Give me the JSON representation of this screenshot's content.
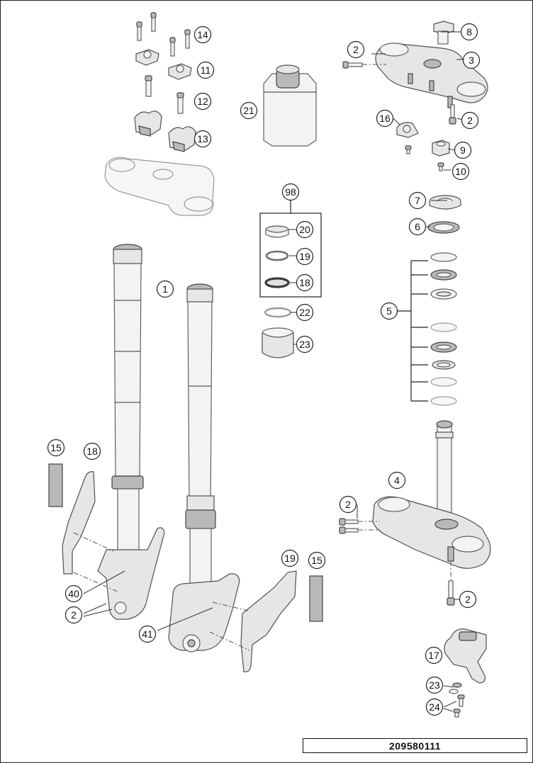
{
  "drawing_number": "209580111",
  "callouts": [
    {
      "id": "c14",
      "label": "14"
    },
    {
      "id": "c11",
      "label": "11"
    },
    {
      "id": "c12",
      "label": "12"
    },
    {
      "id": "c13",
      "label": "13"
    },
    {
      "id": "c21",
      "label": "21"
    },
    {
      "id": "c2a",
      "label": "2"
    },
    {
      "id": "c3",
      "label": "3"
    },
    {
      "id": "c8",
      "label": "8"
    },
    {
      "id": "c2b",
      "label": "2"
    },
    {
      "id": "c16",
      "label": "16"
    },
    {
      "id": "c9",
      "label": "9"
    },
    {
      "id": "c10",
      "label": "10"
    },
    {
      "id": "c98",
      "label": "98"
    },
    {
      "id": "c20",
      "label": "20"
    },
    {
      "id": "c19a",
      "label": "19"
    },
    {
      "id": "c18a",
      "label": "18"
    },
    {
      "id": "c22",
      "label": "22"
    },
    {
      "id": "c23a",
      "label": "23"
    },
    {
      "id": "c7",
      "label": "7"
    },
    {
      "id": "c6",
      "label": "6"
    },
    {
      "id": "c5",
      "label": "5"
    },
    {
      "id": "c1",
      "label": "1"
    },
    {
      "id": "c15a",
      "label": "15"
    },
    {
      "id": "c18b",
      "label": "18"
    },
    {
      "id": "c40",
      "label": "40"
    },
    {
      "id": "c2c",
      "label": "2"
    },
    {
      "id": "c41",
      "label": "41"
    },
    {
      "id": "c19b",
      "label": "19"
    },
    {
      "id": "c15b",
      "label": "15"
    },
    {
      "id": "c4",
      "label": "4"
    },
    {
      "id": "c2d",
      "label": "2"
    },
    {
      "id": "c2e",
      "label": "2"
    },
    {
      "id": "c17",
      "label": "17"
    },
    {
      "id": "c23b",
      "label": "23"
    },
    {
      "id": "c24",
      "label": "24"
    }
  ]
}
